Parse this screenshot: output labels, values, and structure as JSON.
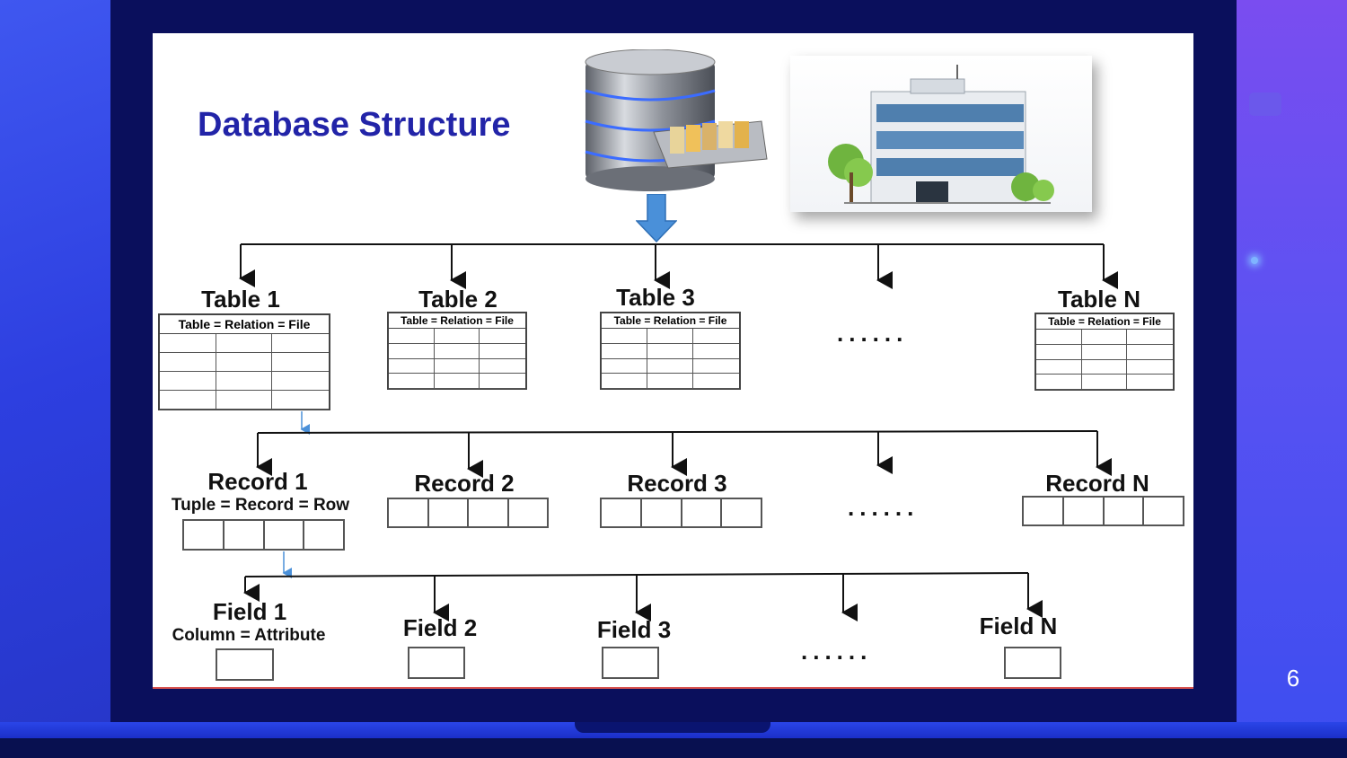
{
  "slide": {
    "title": "Database Structure",
    "page_number": "6"
  },
  "tables": [
    {
      "label": "Table 1",
      "caption": "Table = Relation = File"
    },
    {
      "label": "Table 2",
      "caption": "Table = Relation = File"
    },
    {
      "label": "Table 3",
      "caption": "Table = Relation = File"
    },
    {
      "label": "Table N",
      "caption": "Table = Relation = File"
    }
  ],
  "records": [
    {
      "label": "Record 1",
      "subtitle": "Tuple = Record = Row"
    },
    {
      "label": "Record 2"
    },
    {
      "label": "Record 3"
    },
    {
      "label": "Record N"
    }
  ],
  "fields": [
    {
      "label": "Field 1",
      "subtitle": "Column = Attribute"
    },
    {
      "label": "Field 2"
    },
    {
      "label": "Field 3"
    },
    {
      "label": "Field N"
    }
  ],
  "ellipsis": "......",
  "icons": {
    "database": "database-server-icon",
    "building": "office-building-icon",
    "arrow": "down-arrow-icon"
  },
  "colors": {
    "title": "#2224a8",
    "frame": "#0a0f5c",
    "arrow": "#4a90d9"
  }
}
